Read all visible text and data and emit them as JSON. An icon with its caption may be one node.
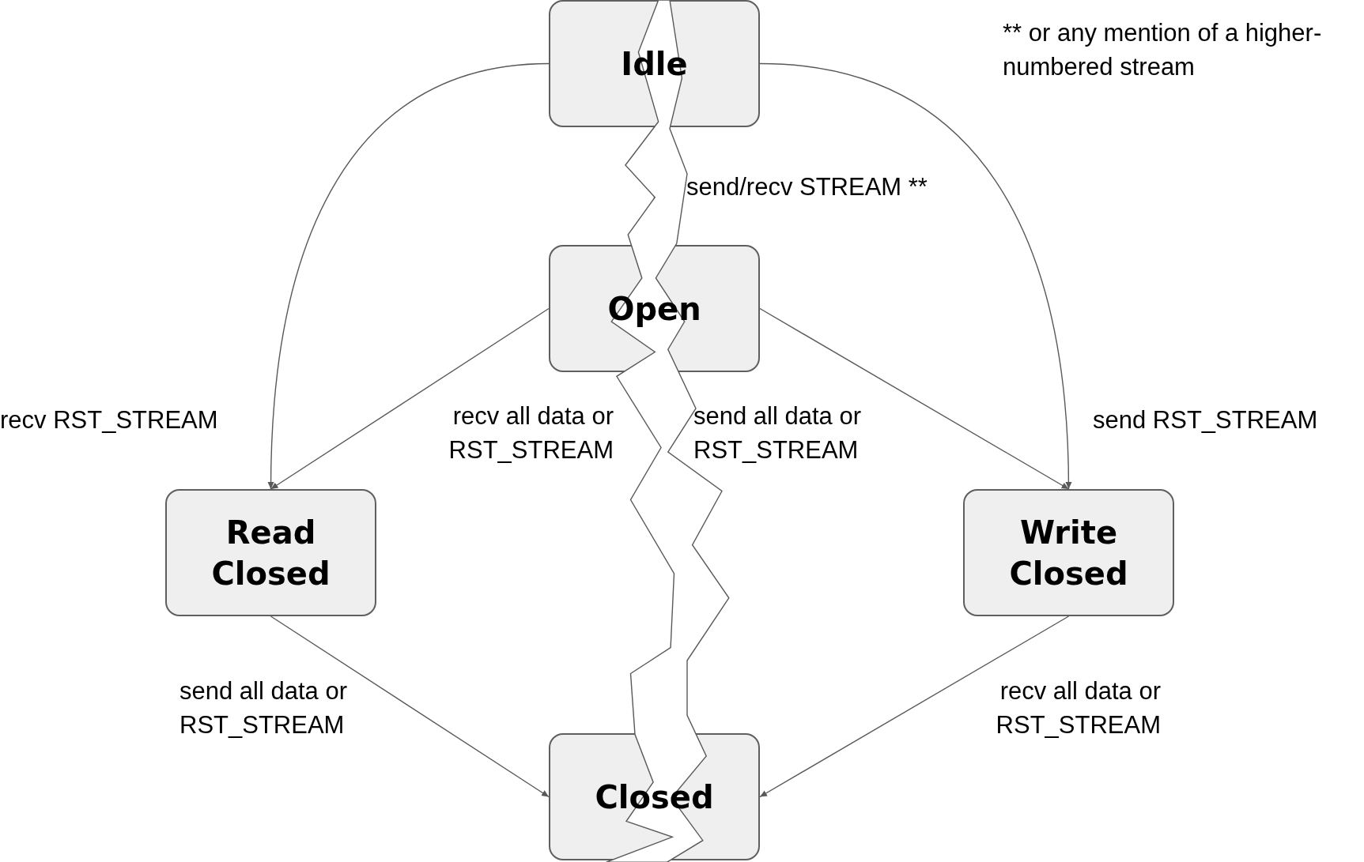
{
  "diagram": {
    "nodes": [
      {
        "text": [
          "Idle"
        ]
      },
      {
        "text": [
          "Open"
        ]
      },
      {
        "text": [
          "Read Closed"
        ]
      },
      {
        "text": [
          "Write Closed"
        ]
      },
      {
        "text": [
          "Closed"
        ]
      }
    ],
    "edges": [
      {
        "from": 0,
        "to": 2,
        "arrow": "to",
        "label": "recv RST_STREAM"
      },
      {
        "from": 0,
        "to": 1,
        "arrow": "to",
        "label": "send/recv STREAM **"
      },
      {
        "from": 0,
        "to": 3,
        "arrow": "to",
        "label": "send RST_STREAM"
      },
      {
        "from": 1,
        "to": 2,
        "arrow": "to",
        "label": "recv all data or RST_STREAM"
      },
      {
        "from": 1,
        "to": 3,
        "arrow": "to",
        "label": "send all data or RST_STREAM"
      },
      {
        "from": 2,
        "to": 4,
        "arrow": "to",
        "label": "send all data or RST_STREAM"
      },
      {
        "from": 3,
        "to": 4,
        "arrow": "to",
        "label": "recv all data or RST_STREAM"
      }
    ],
    "labels": [
      "** or any mention of a higher-numbered stream"
    ]
  }
}
